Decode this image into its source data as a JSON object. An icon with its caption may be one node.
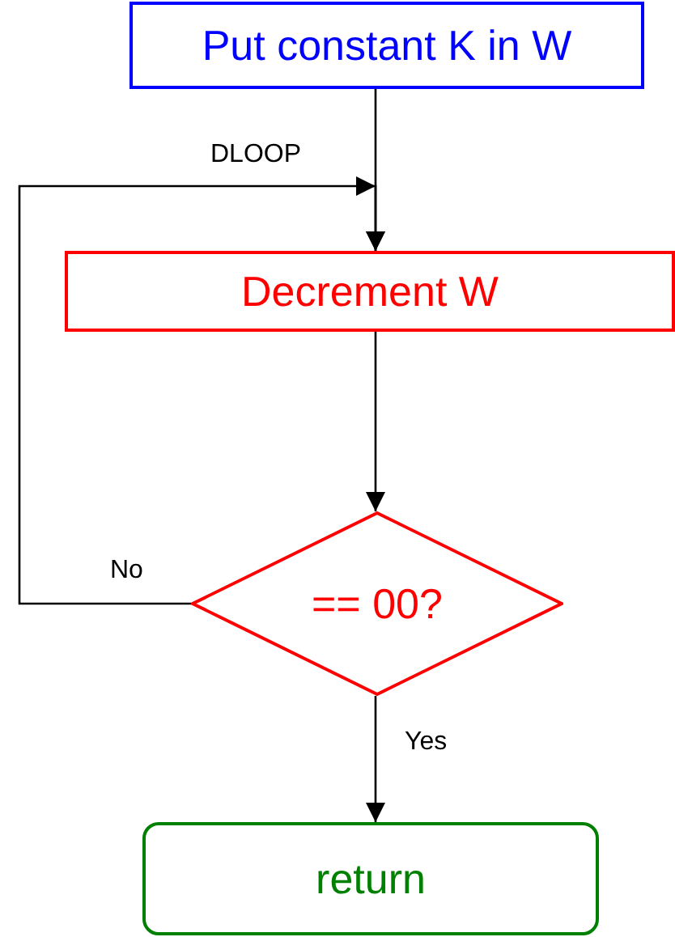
{
  "diagram": {
    "nodes": [
      {
        "text": [
          "Put constant K in W"
        ]
      },
      {
        "text": [
          "Decrement W"
        ]
      },
      {
        "text": [
          "== 00?"
        ]
      },
      {
        "text": [
          "return"
        ]
      }
    ],
    "edges": [
      {
        "from": 0,
        "to": 1,
        "arrow": "to"
      },
      {
        "from": 1,
        "to": 2,
        "arrow": "to"
      },
      {
        "from": 2,
        "to": 1,
        "arrow": "to",
        "label": "No"
      },
      {
        "from": 2,
        "to": 3,
        "arrow": "to",
        "label": "Yes"
      }
    ],
    "labels": [
      "DLOOP"
    ]
  }
}
